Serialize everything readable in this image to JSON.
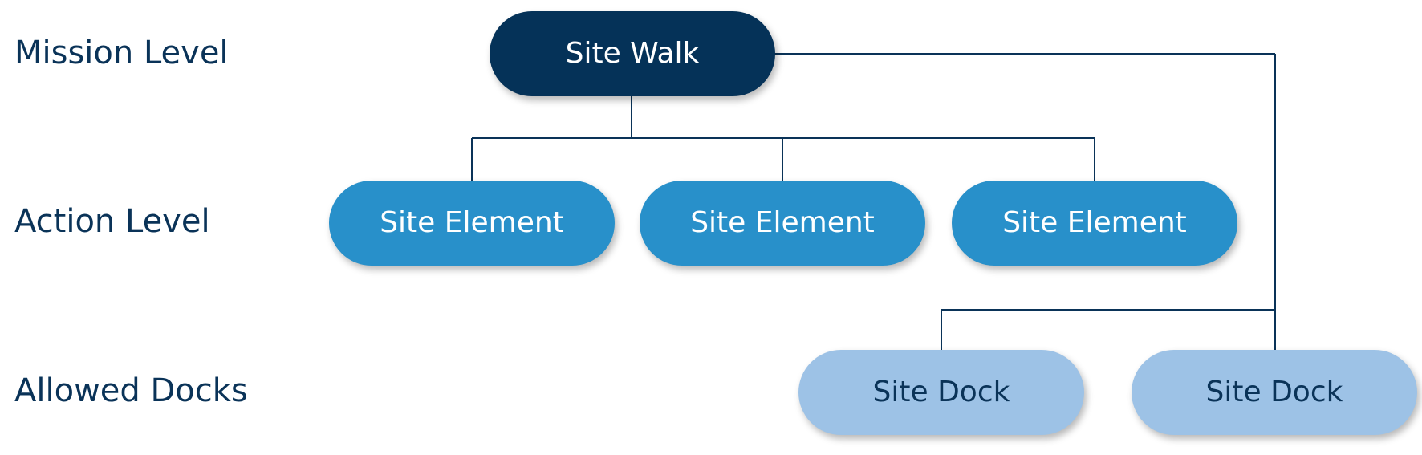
{
  "levels": {
    "mission": "Mission Level",
    "action": "Action Level",
    "docks": "Allowed Docks"
  },
  "mission_node": {
    "label": "Site Walk"
  },
  "action_nodes": [
    {
      "label": "Site Element"
    },
    {
      "label": "Site Element"
    },
    {
      "label": "Site Element"
    }
  ],
  "dock_nodes": [
    {
      "label": "Site Dock"
    },
    {
      "label": "Site Dock"
    }
  ],
  "colors": {
    "mission_fill": "#053258",
    "action_fill": "#2890ca",
    "dock_fill": "#9dc2e6",
    "label_text": "#0a3358",
    "connector": "#0a3358"
  }
}
